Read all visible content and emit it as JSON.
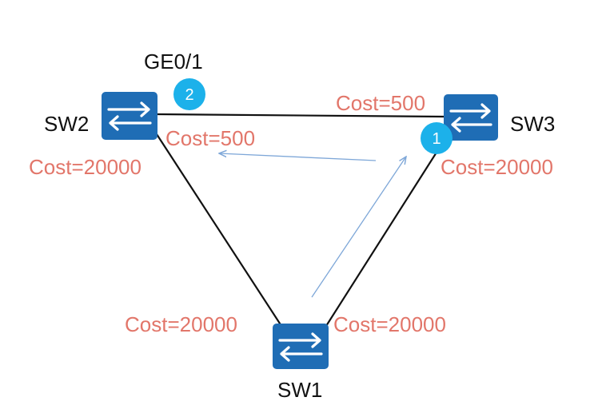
{
  "nodes": {
    "sw1": "SW1",
    "sw2": "SW2",
    "sw3": "SW3"
  },
  "port_label": "GE0/1",
  "badges": {
    "first": "1",
    "second": "2"
  },
  "costs": {
    "sw2_left": "Cost=20000",
    "sw2_right": "Cost=500",
    "sw3_left": "Cost=500",
    "sw3_right": "Cost=20000",
    "sw1_left": "Cost=20000",
    "sw1_right": "Cost=20000"
  },
  "colors": {
    "switch_fill": "#1f6db5",
    "link": "#111111",
    "cost_text": "#e2766a",
    "flow_arrow": "#7ea7d8",
    "badge": "#1cb1ea"
  }
}
